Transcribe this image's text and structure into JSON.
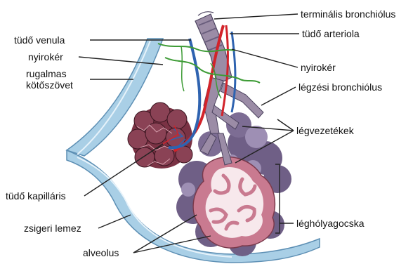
{
  "labels": {
    "terminal_bronchiole": "terminális bronchiólus",
    "pulmonary_venule": "tüdő venula",
    "pulmonary_arteriole": "tüdő arteriola",
    "lymph_left": "nyirokér",
    "lymph_right": "nyirokér",
    "elastic_tissue_line1": "rugalmas",
    "elastic_tissue_line2": "kötőszövet",
    "respiratory_bronchiole": "légzési bronchiólus",
    "alveolar_ducts": "légvezetékek",
    "pulmonary_capillary": "tüdő kapilláris",
    "alveolar_sac": "léghólyagocska",
    "visceral_pleura": "zsigeri lemez",
    "alveolus": "alveolus"
  },
  "colors": {
    "pleura": "#a9cfe6",
    "pleura_edge": "#5d8fb4",
    "alveoli": "#6f5f86",
    "alveoli_light": "#9e8fb4",
    "alveolus_wall": "#c97a90",
    "alveolus_lumen": "#f7e8ec",
    "artery": "#d2232a",
    "vein": "#2f63b0",
    "lymph": "#3d9b35",
    "capillary_mesh": "#7a3244",
    "leader": "#222222"
  }
}
